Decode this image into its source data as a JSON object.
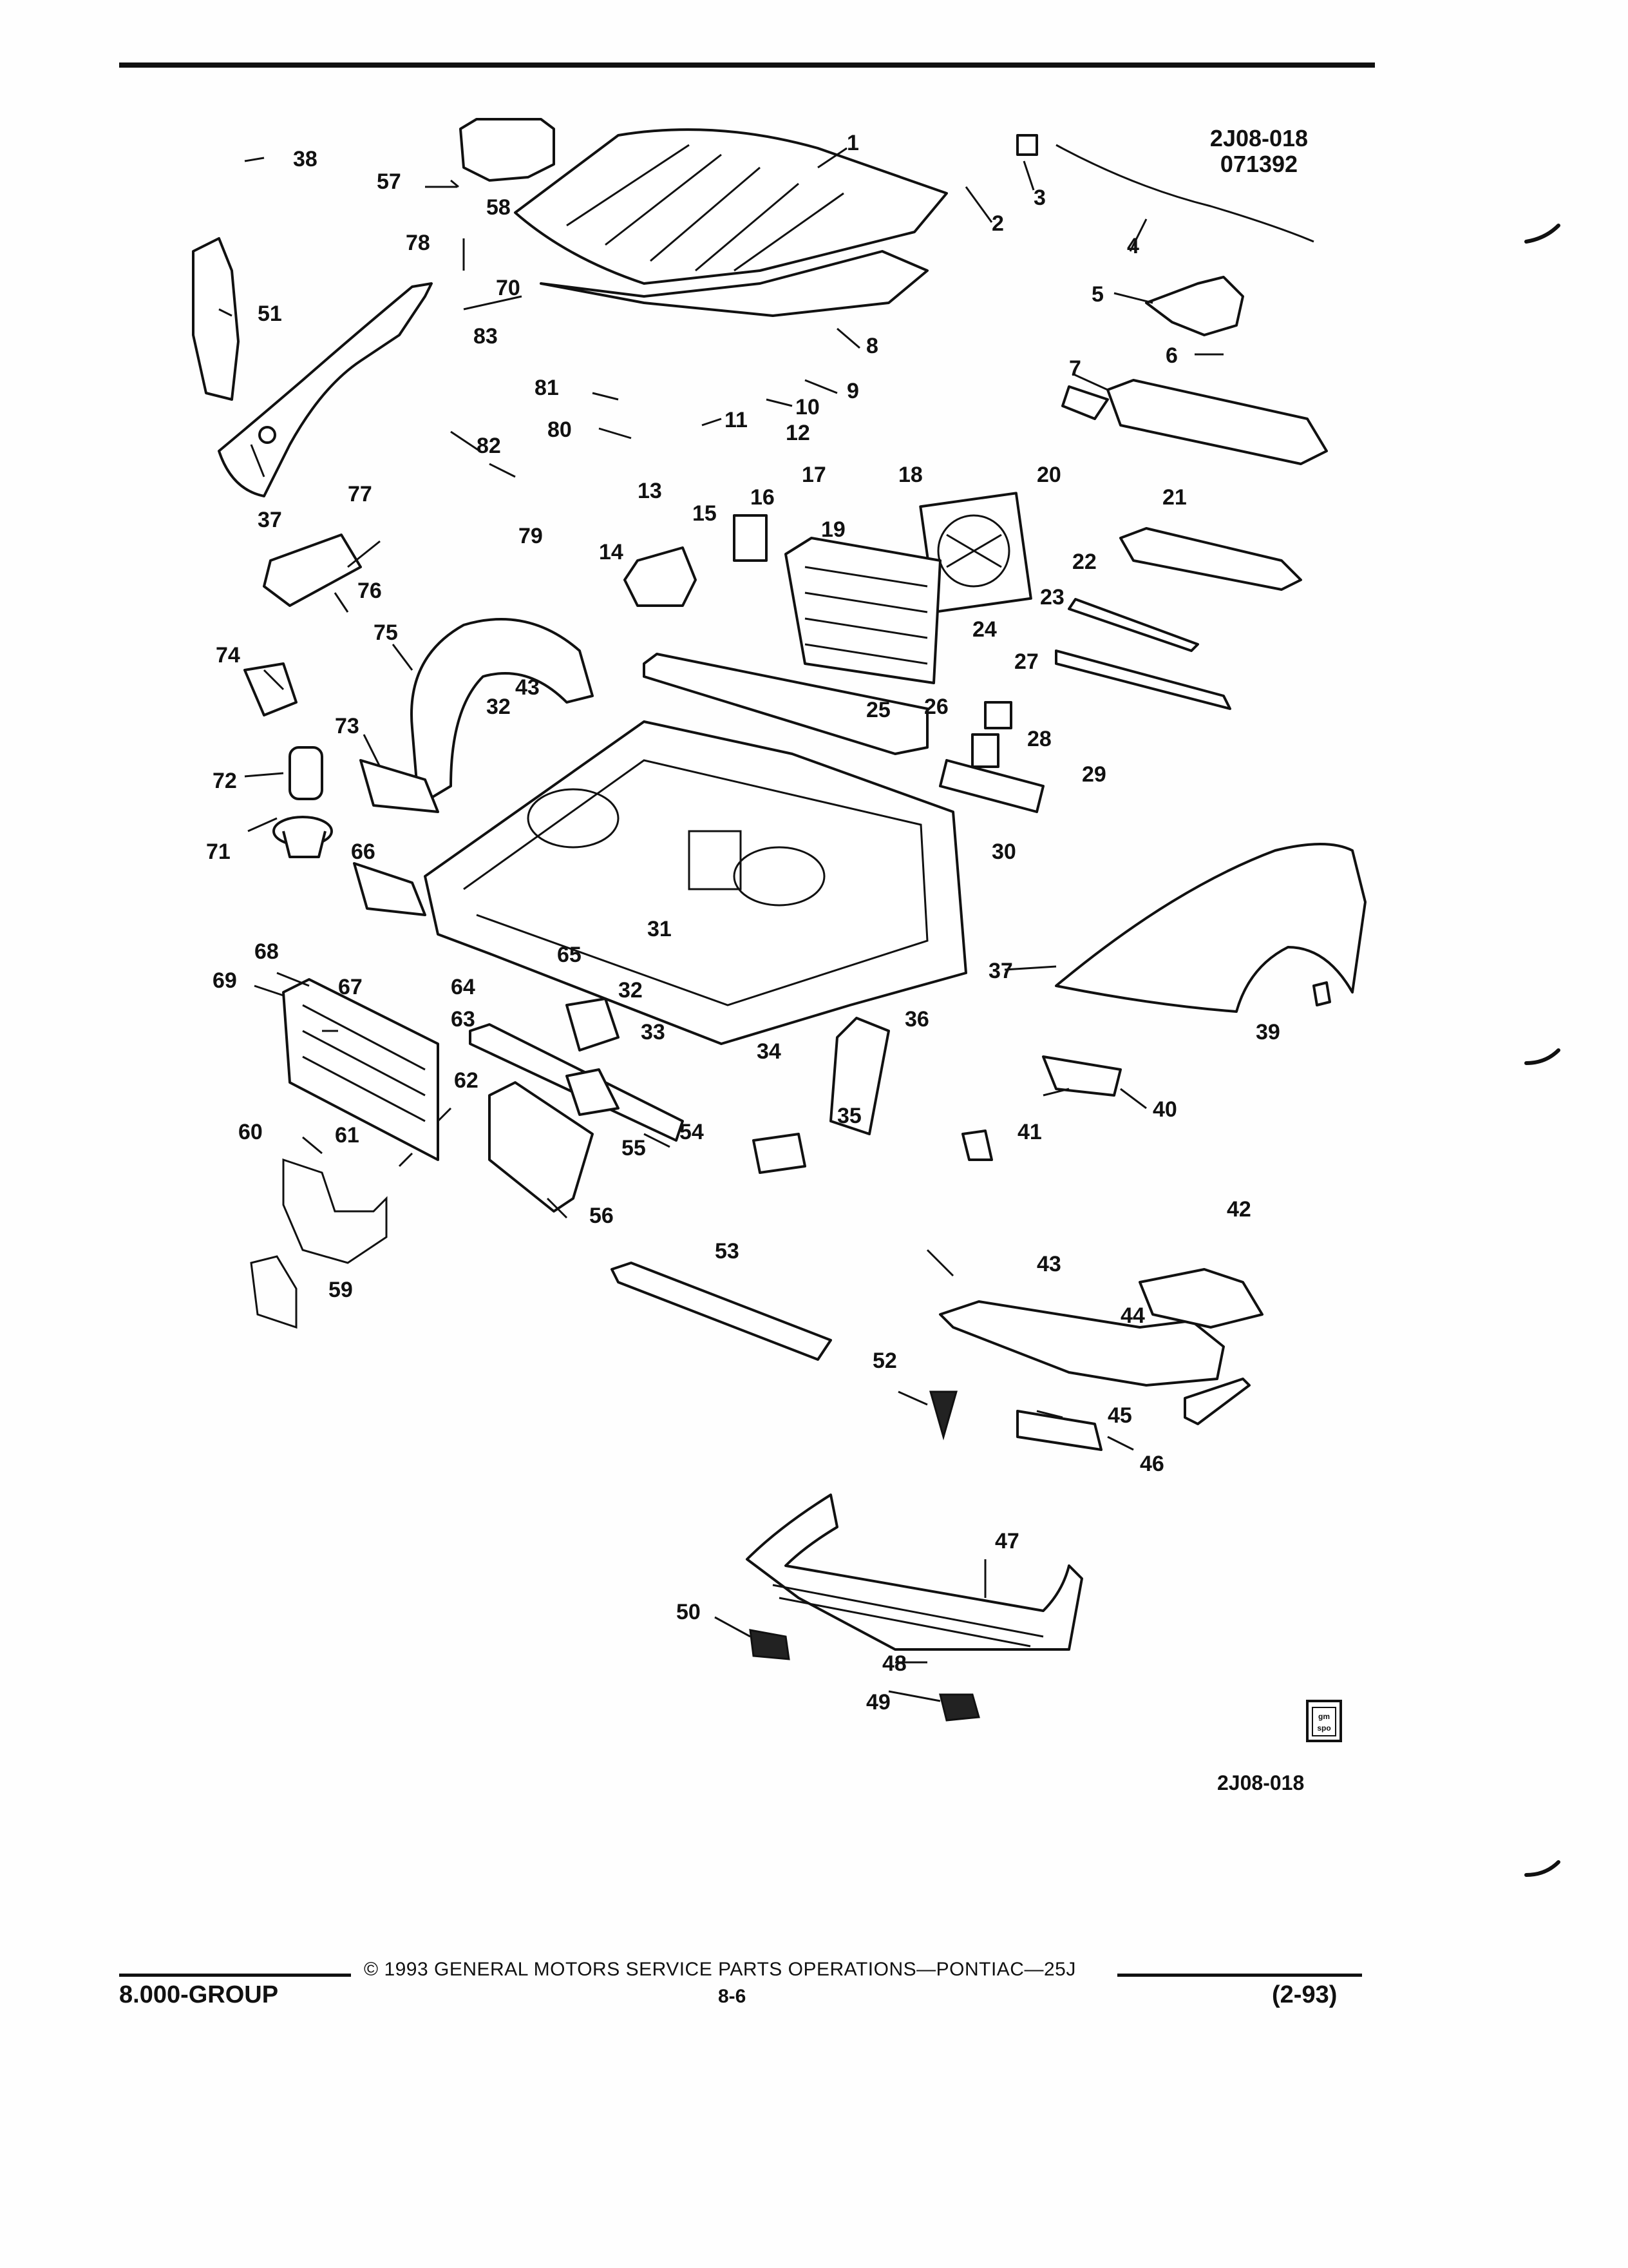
{
  "header": {
    "drawing_id": "2J08-018",
    "drawing_date": "071392"
  },
  "drawing_ref_bottom": "2J08-018",
  "logo_text": "gm spo",
  "callouts": {
    "c1": "1",
    "c2": "2",
    "c3": "3",
    "c4": "4",
    "c5": "5",
    "c6": "6",
    "c7": "7",
    "c8": "8",
    "c9": "9",
    "c10": "10",
    "c11": "11",
    "c12": "12",
    "c13": "13",
    "c14": "14",
    "c15": "15",
    "c16": "16",
    "c17": "17",
    "c18": "18",
    "c19": "19",
    "c20": "20",
    "c21": "21",
    "c22": "22",
    "c23": "23",
    "c24": "24",
    "c25": "25",
    "c26": "26",
    "c27": "27",
    "c28": "28",
    "c29": "29",
    "c30": "30",
    "c31": "31",
    "c32a": "32",
    "c32b": "32",
    "c33": "33",
    "c34": "34",
    "c35": "35",
    "c36": "36",
    "c37a": "37",
    "c37b": "37",
    "c38": "38",
    "c39": "39",
    "c40": "40",
    "c41": "41",
    "c42": "42",
    "c43a": "43",
    "c43b": "43",
    "c44": "44",
    "c45": "45",
    "c46": "46",
    "c47": "47",
    "c48": "48",
    "c49": "49",
    "c50": "50",
    "c51": "51",
    "c52": "52",
    "c53": "53",
    "c54": "54",
    "c55": "55",
    "c56": "56",
    "c57": "57",
    "c58": "58",
    "c59": "59",
    "c60": "60",
    "c61": "61",
    "c62": "62",
    "c63": "63",
    "c64": "64",
    "c65": "65",
    "c66": "66",
    "c67": "67",
    "c68": "68",
    "c69": "69",
    "c70": "70",
    "c71": "71",
    "c72": "72",
    "c73": "73",
    "c74": "74",
    "c75": "75",
    "c76": "76",
    "c77": "77",
    "c78": "78",
    "c79": "79",
    "c80": "80",
    "c81": "81",
    "c82": "82",
    "c83": "83"
  },
  "footer": {
    "group": "8.000-GROUP",
    "copyright": "© 1993 GENERAL MOTORS SERVICE PARTS OPERATIONS—PONTIAC—25J",
    "page_number": "8-6",
    "revision": "(2-93)"
  }
}
